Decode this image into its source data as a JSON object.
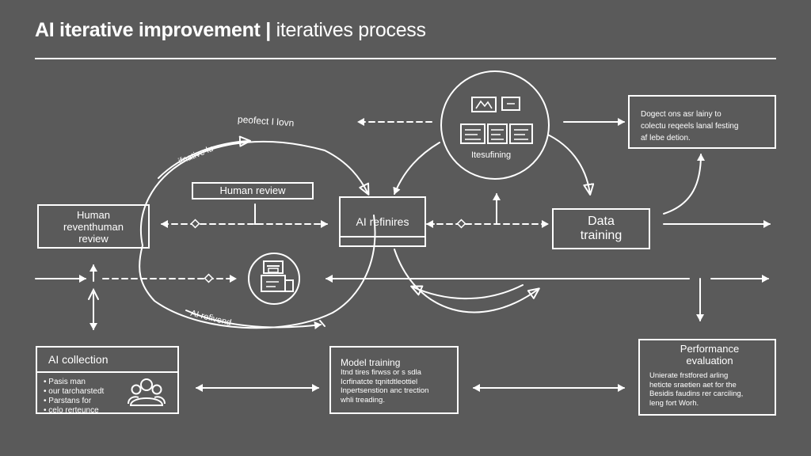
{
  "header": {
    "title_main": "AI iterative improvement",
    "separator": "|",
    "title_sub": "iteratives process"
  },
  "nodes": {
    "human_review_left": {
      "label": "Human\nreventhuman\nreview"
    },
    "human_review_top": {
      "label": "Human review"
    },
    "ai_refinires": {
      "label": "AI refinires"
    },
    "iteration_circle": {
      "label": "Itesufining"
    },
    "data_training": {
      "label": "Data\ntraining"
    },
    "top_right_note": {
      "text": "Dogect ons asr lainy to\ncolectu reqeels lanal festing\naf lebe detion."
    },
    "ai_collection": {
      "title": "AI collection",
      "bullets": [
        "Pasis man",
        "our tarcharstedt",
        "Parstans for",
        "celo rerteunce"
      ]
    },
    "model_training": {
      "title": "Model training",
      "text": "Itnd tires firwss or s sdla\nIcrfinatcte tqnitdtleottiel\nInpertsenstion anc trection\nwhli treading."
    },
    "performance_evaluation": {
      "title": "Performance\nevaluation",
      "text": "Unierate frstfored arling\nheticte sraetien aet for the\nBesidis faudins rer carciling,\nleng fort Worh."
    }
  },
  "annotations": {
    "predict_flow": "peofect I lovn",
    "iterate": "ifnative lu",
    "ai_refined": "AI refivend"
  },
  "icons": [
    "image-icon",
    "layout-icon",
    "robot-icon",
    "people-group-icon"
  ],
  "colors": {
    "background": "#5a5a5a",
    "ink": "#ffffff"
  }
}
